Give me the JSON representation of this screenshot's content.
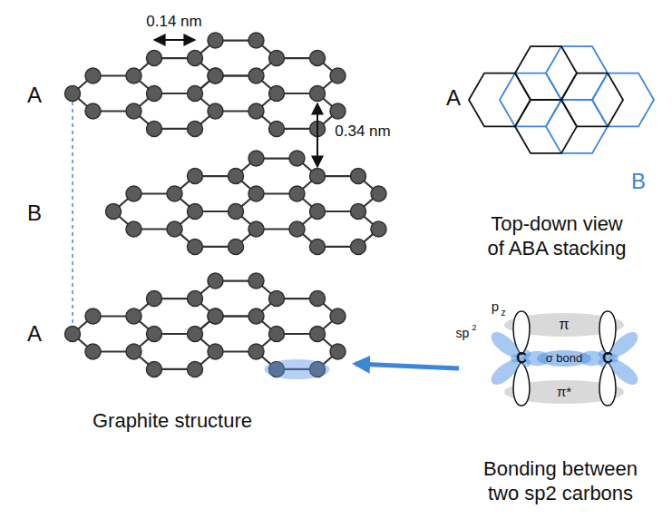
{
  "diagram": {
    "labels": [
      "0.14 nm",
      "A",
      "0.34 nm",
      "B",
      "A",
      "B",
      "Top-down view of ABA stacking",
      "A",
      "Graphite structure",
      "p",
      "z",
      "π",
      "sp",
      "2",
      "σ bond",
      "C",
      "C",
      "π*",
      "Bonding between two sp2 carbons"
    ]
  }
}
